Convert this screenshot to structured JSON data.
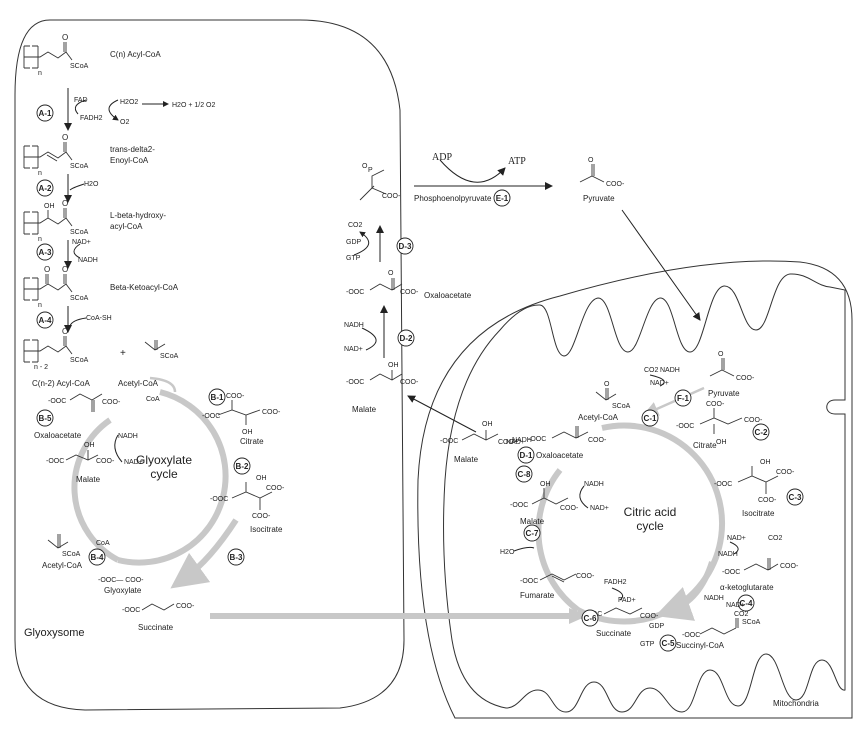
{
  "compartments": {
    "glyoxysome": "Glyoxysome",
    "mitochondria": "Mitochondria"
  },
  "cycles": {
    "glyoxylate": [
      "Glyoxylate",
      "cycle"
    ],
    "citric": [
      "Citric acid",
      "cycle"
    ]
  },
  "beta_oxidation": {
    "acyl_coa": "C(n) Acyl-CoA",
    "trans_enoyl": [
      "trans-delta2-",
      "Enoyl-CoA"
    ],
    "hydroxyacyl": [
      "L-beta-hydroxy-",
      "acyl-CoA"
    ],
    "ketoacyl": "Beta-Ketoacyl-CoA",
    "acyl_coa_n2": "C(n-2) Acyl-CoA",
    "fad": "FAD",
    "fadh2": "FADH2",
    "h2o2": "H2O2",
    "o2": "O2",
    "h2o_half_o2": "H2O + 1/2 O2",
    "h2o": "H2O",
    "nad": "NAD+",
    "nadh": "NADH",
    "coash": "CoA-SH",
    "scoa": "SCoA",
    "plus": "+",
    "n": "n",
    "n_minus_2": "n - 2",
    "oh": "OH",
    "o": "O"
  },
  "glyoxylate_cycle": {
    "acetyl_coa_top": "Acetyl-CoA",
    "coa_top": "CoA",
    "citrate": "Citrate",
    "isocitrate": "Isocitrate",
    "glyoxylate": "Glyoxylate",
    "glyoxylate_struct": "-OOC— COO-",
    "succinate": "Succinate",
    "acetyl_coa_bottom": "Acetyl-CoA",
    "coa_bottom": "CoA",
    "malate": "Malate",
    "oxaloacetate": "Oxaloacetate",
    "nadh": "NADH",
    "nad": "NAD+"
  },
  "cytosol": {
    "adp": "ADP",
    "atp": "ATP",
    "pep": "Phosphoenolpyruvate",
    "pyruvate": "Pyruvate",
    "co2": "CO2",
    "gdp": "GDP",
    "gtp": "GTP",
    "oxaloacetate": "Oxaloacetate",
    "nadh": "NADH",
    "nad": "NAD+",
    "malate": "Malate",
    "p": "P"
  },
  "mito": {
    "pyruvate": "Pyruvate",
    "co2": "CO2",
    "nadh": "NADH",
    "nad": "NAD+",
    "acetyl_coa": "Acetyl-CoA",
    "scoa": "SCoA",
    "malate_out": "Malate",
    "oxaloacetate": "Oxaloacetate",
    "citrate": "Citrate",
    "isocitrate": "Isocitrate",
    "akg": "α-ketoglutarate",
    "succinyl_coa": "Succinyl-CoA",
    "succinate": "Succinate",
    "fumarate": "Fumarate",
    "malate_in": "Malate",
    "gdp": "GDP",
    "gtp": "GTP",
    "fadh2": "FADH2",
    "fad": "FAD+",
    "h2o": "H2O"
  },
  "step_labels": {
    "A1": "A-1",
    "A2": "A-2",
    "A3": "A-3",
    "A4": "A-4",
    "B1": "B-1",
    "B2": "B-2",
    "B3": "B-3",
    "B4": "B-4",
    "B5": "B-5",
    "C1": "C-1",
    "C2": "C-2",
    "C3": "C-3",
    "C4": "C-4",
    "C5": "C-5",
    "C6": "C-6",
    "C7": "C-7",
    "C8": "C-8",
    "D1": "D-1",
    "D2": "D-2",
    "D3": "D-3",
    "E1": "E-1",
    "F1": "F-1"
  },
  "colors": {
    "cycle_arrow": "#c8c8c8",
    "line": "#333333"
  }
}
